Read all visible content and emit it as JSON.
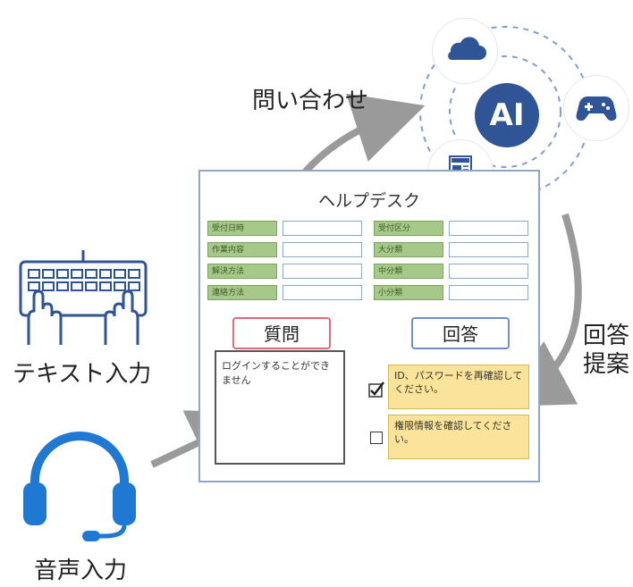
{
  "title_question": "問い合わせ",
  "suggest_line1": "回答",
  "suggest_line2": "提案",
  "input_text": "テキスト入力",
  "input_voice": "音声入力",
  "ai_label": "AI",
  "form": {
    "title": "ヘルプデスク",
    "left_tags": [
      "受付日時",
      "作業内容",
      "解決方法",
      "連絡方法"
    ],
    "right_tags": [
      "受付区分",
      "大分類",
      "中分類",
      "小分類"
    ],
    "question_button": "質問",
    "answer_button": "回答",
    "question_text": "ログインすることができません",
    "answer_1": "ID、パスワードを再確認してください。",
    "answer_2": "権限情報を確認してください。",
    "answer_1_checked": true,
    "answer_2_checked": false
  },
  "colors": {
    "ai_blue": "#2f5597",
    "arrow_gray": "#9a9a9a",
    "icon_blue": "#1f78d1",
    "note_yellow": "#fbe39a"
  },
  "icons": [
    "cloud-icon",
    "gamepad-icon",
    "news-icon",
    "keyboard-hands-icon",
    "headset-icon"
  ]
}
